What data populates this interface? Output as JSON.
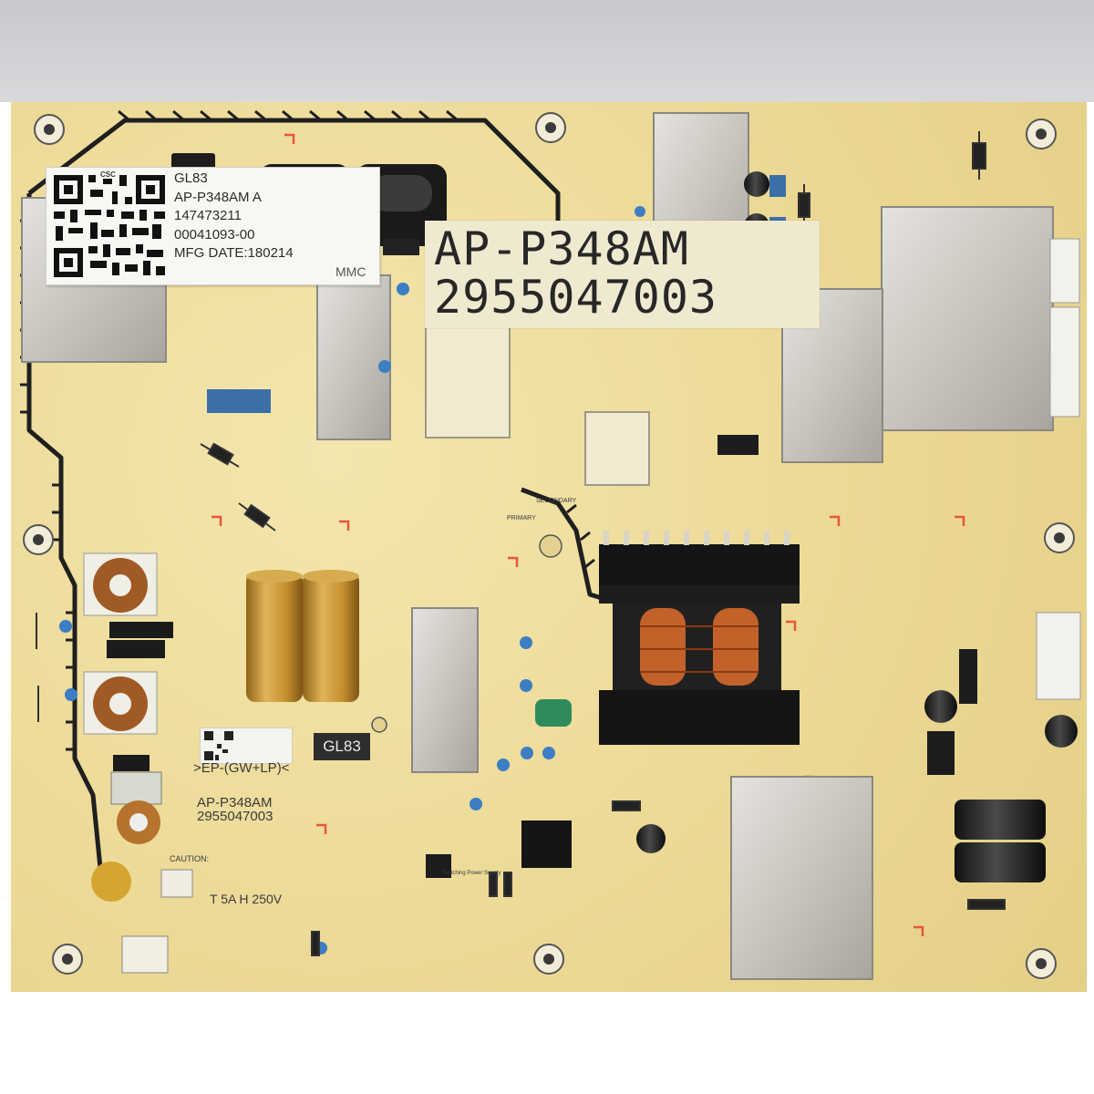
{
  "sticker": {
    "lines": [
      "GL83",
      "AP-P348AM A",
      "147473211",
      "00041093-00",
      "MFG DATE:180214"
    ],
    "corner_text": "MMC"
  },
  "tag": {
    "line1": "AP-P348AM",
    "line2": "2955047003"
  },
  "silkscreen": {
    "variant": ">EP-(GW+LP)<",
    "model": "AP-P348AM",
    "part_number": "2955047003",
    "fuse_rating": "T 5A H 250V",
    "badge": "GL83",
    "caution": "CAUTION:",
    "primary": "PRIMARY",
    "secondary": "SECONDARY",
    "switching": "Switching Power Supply",
    "csc": "CSC"
  },
  "colors": {
    "board": "#eedd9e",
    "hazard_line": "#1f1f1f",
    "marker_orange": "#e8573a",
    "copper": "#c2622a",
    "capacitor_gold": "#c9962f",
    "shield_metal": "#c6c3bc"
  }
}
